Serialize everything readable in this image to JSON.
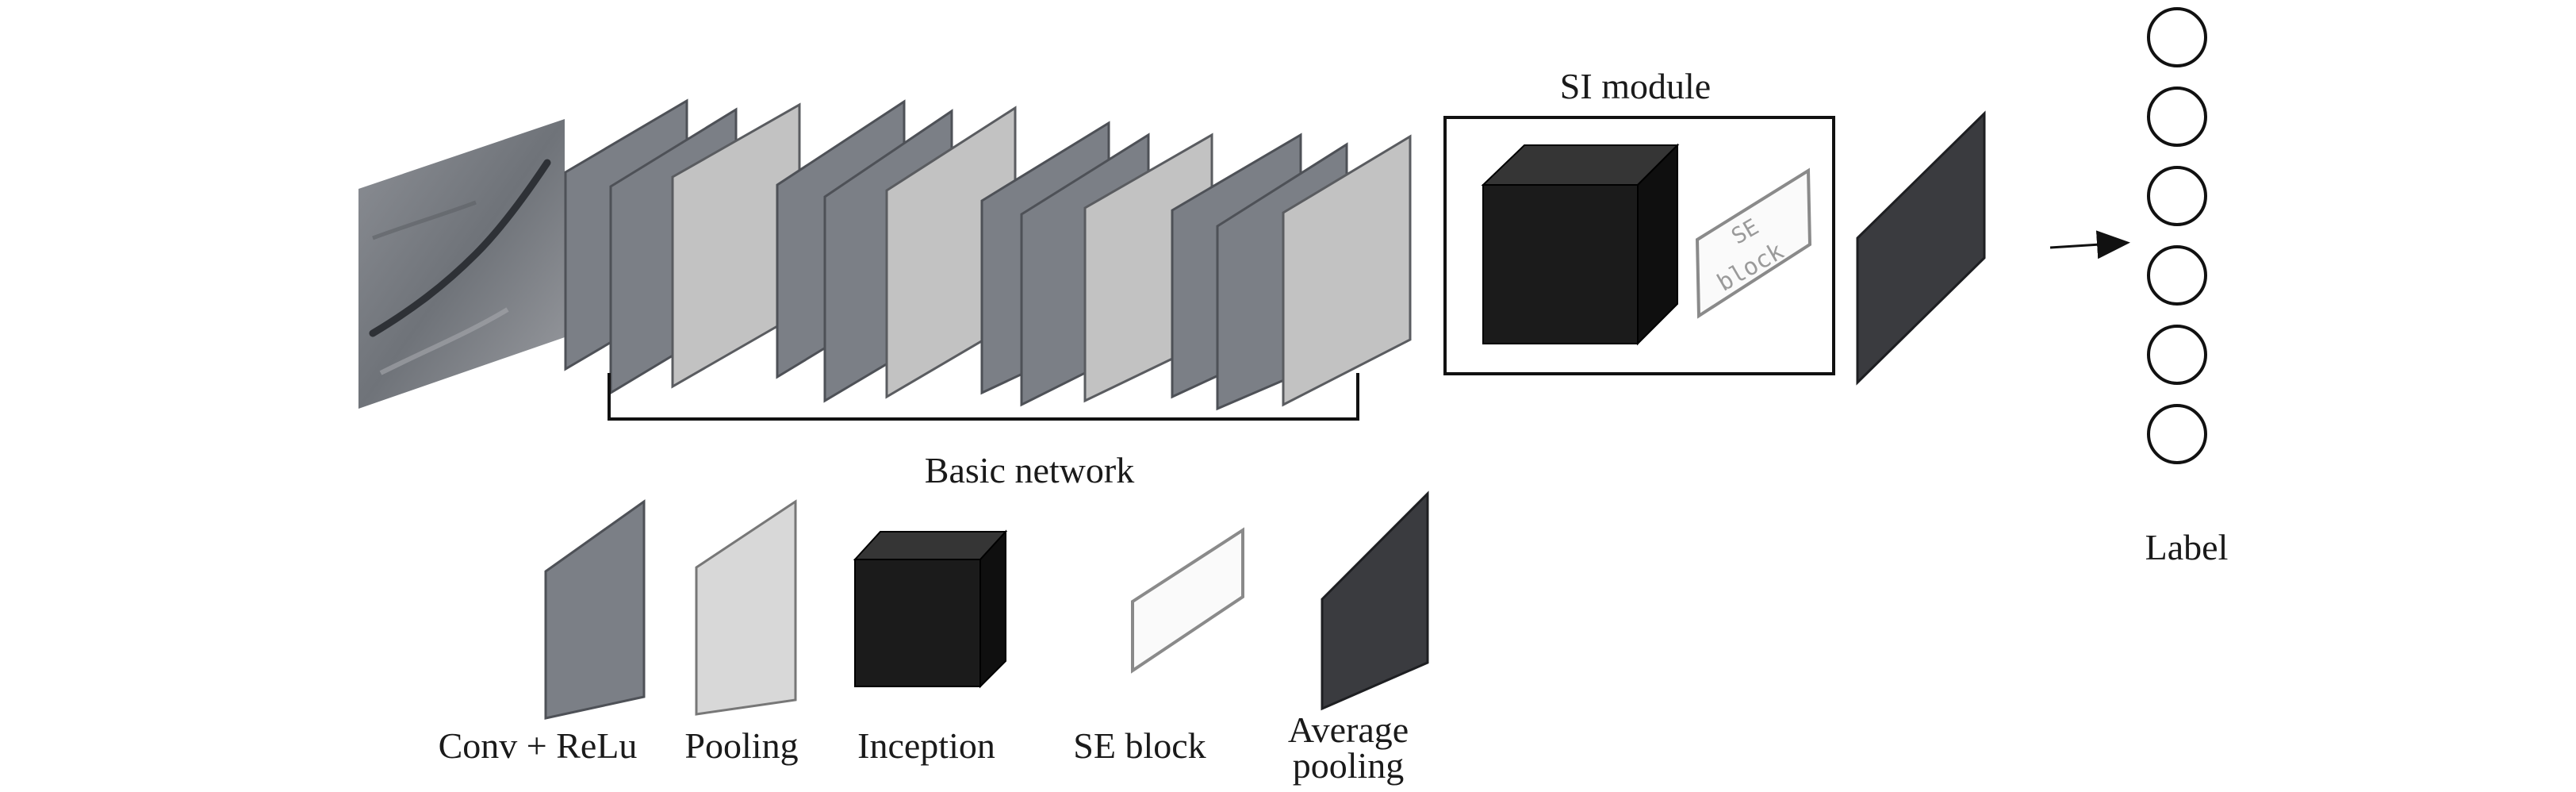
{
  "diagram": {
    "module_title": "SI module",
    "module_se_text_line1": "SE",
    "module_se_text_line2": "block",
    "basic_network_label": "Basic network",
    "output_label": "Label",
    "output_node_count": 6
  },
  "legend": {
    "conv": "Conv + ReLu",
    "pooling": "Pooling",
    "inception": "Inception",
    "se_block": "SE block",
    "avgpool_line1": "Average",
    "avgpool_line2": "pooling"
  },
  "colors": {
    "conv": "#7b7f86",
    "pooling": "#c2c2c2",
    "inception_front": "#1b1b1b",
    "inception_top": "#353535",
    "inception_side": "#0f0f0f",
    "avgpool": "#3a3b3f",
    "se_block": "#fafafa",
    "stroke": "#2a2a2a"
  }
}
